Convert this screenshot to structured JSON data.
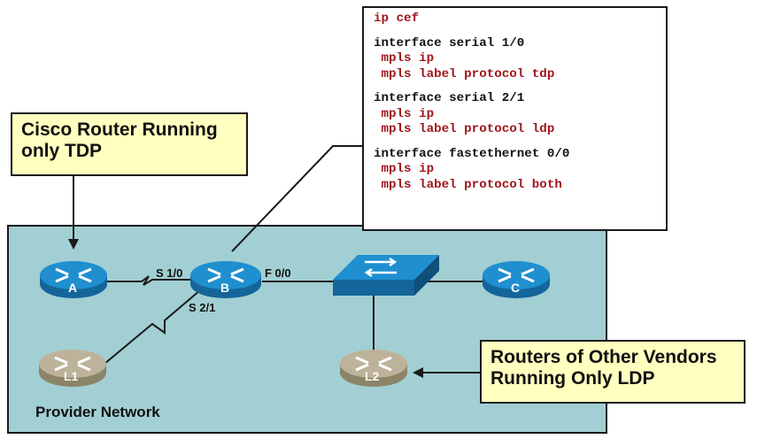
{
  "provider_network": {
    "label": "Provider Network",
    "color": "#a2cfd3"
  },
  "callout_tdp": {
    "lines": [
      "Cisco Router Running",
      "only TDP"
    ]
  },
  "callout_ldp": {
    "lines": [
      "Routers of Other Vendors",
      "Running Only LDP"
    ]
  },
  "config": {
    "colors": {
      "keyword": "#a0151a",
      "header": "#111111"
    },
    "lines": [
      {
        "text": "ip cef",
        "style": "keyword"
      },
      {
        "text": "",
        "style": "gap"
      },
      {
        "text": "interface serial 1/0",
        "style": "header"
      },
      {
        "text": " mpls ip",
        "style": "keyword"
      },
      {
        "text": " mpls label protocol tdp",
        "style": "keyword"
      },
      {
        "text": "",
        "style": "gap"
      },
      {
        "text": "interface serial 2/1",
        "style": "header"
      },
      {
        "text": " mpls ip",
        "style": "keyword"
      },
      {
        "text": " mpls label protocol ldp",
        "style": "keyword"
      },
      {
        "text": "",
        "style": "gap"
      },
      {
        "text": "interface fastethernet 0/0",
        "style": "header"
      },
      {
        "text": " mpls ip",
        "style": "keyword"
      },
      {
        "text": " mpls label protocol both",
        "style": "keyword"
      }
    ]
  },
  "devices": {
    "router_a": {
      "label": "A",
      "kind": "cisco-router"
    },
    "router_b": {
      "label": "B",
      "kind": "cisco-router"
    },
    "router_c": {
      "label": "C",
      "kind": "cisco-router"
    },
    "router_l1": {
      "label": "L1",
      "kind": "other-router"
    },
    "router_l2": {
      "label": "L2",
      "kind": "other-router"
    },
    "switch": {
      "label": "",
      "kind": "switch"
    }
  },
  "interfaces": {
    "s10": "S 1/0",
    "f00": "F 0/0",
    "s21": "S 2/1"
  },
  "colors": {
    "cisco_router": "#1f8fcf",
    "other_router": "#bdb39a",
    "switch": "#1f8fcf",
    "line": "#1a1a1a"
  }
}
